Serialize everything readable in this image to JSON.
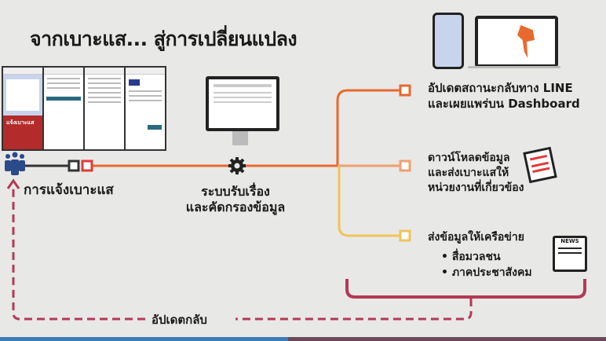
{
  "title": "จากเบาะแส... สู่การเปลี่ยนแปลง",
  "steps": {
    "report": "การแจ้งเบาะแส",
    "system_line1": "ระบบรับเรื่อง",
    "system_line2": "และคัดกรองข้อมูล"
  },
  "outputs": [
    {
      "line1": "อัปเดตสถานะกลับทาง LINE",
      "line2": "และเผยแพร่บน Dashboard"
    },
    {
      "line1": "ดาวน์โหลดข้อมูล",
      "line2": "และส่งเบาะแสให้",
      "line3": "หน่วยงานที่เกี่ยวข้อง"
    },
    {
      "line1": "ส่งข้อมูลให้เครือข่าย",
      "bullets": [
        "สื่อมวลชน",
        "ภาคประชาสังคม"
      ]
    }
  ],
  "feedback": "อัปเดตกลับ",
  "phone_banner": "แจ้งเบาะแส",
  "news_label": "NEWS",
  "colors": {
    "orange": "#e8692e",
    "red": "#e03a3a",
    "light_orange": "#f0a070",
    "yellow": "#f0c45a",
    "dashed": "#b33a56",
    "video_progress": "#3a7ab8"
  }
}
